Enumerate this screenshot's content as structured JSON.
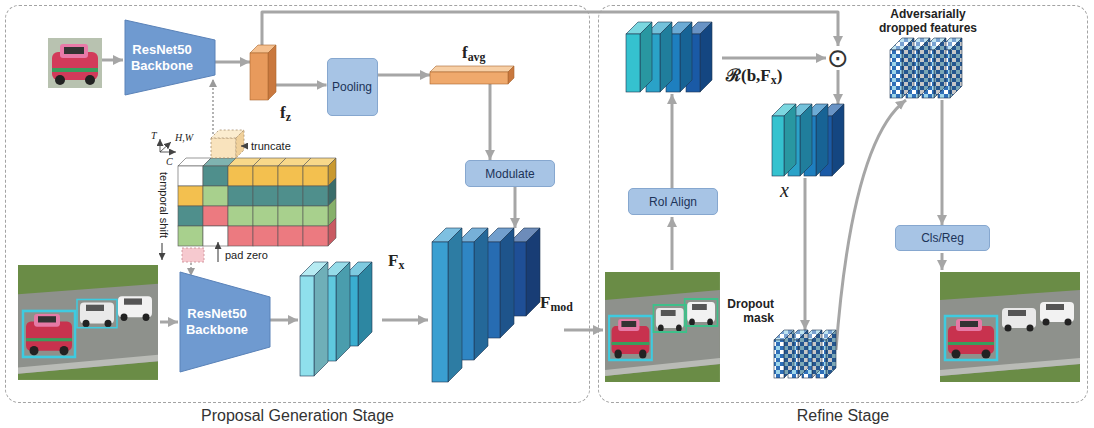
{
  "diagram": {
    "nodes": [
      {
        "text": [
          "Proposal Generation Stage"
        ]
      },
      {
        "text": [
          "ResNet50 Backbone"
        ],
        "in": 0
      },
      {
        "text": [
          "fz"
        ],
        "in": 0
      },
      {
        "text": [
          "Pooling"
        ],
        "in": 0
      },
      {
        "text": [
          "favg"
        ],
        "in": 0
      },
      {
        "text": [
          "Modulate"
        ],
        "in": 0
      },
      {
        "text": [
          "ResNet50 Backbone"
        ],
        "in": 0
      },
      {
        "text": [
          "Fx"
        ],
        "in": 0
      },
      {
        "text": [
          "Fmod"
        ],
        "in": 0
      },
      {
        "text": [
          "Refine Stage"
        ]
      },
      {
        "text": [
          "ℛ(b,Fx)"
        ],
        "in": 9
      },
      {
        "text": [
          "⊙"
        ],
        "in": 9
      },
      {
        "text": [
          "RoI Align"
        ],
        "in": 9
      },
      {
        "text": [
          "x"
        ],
        "in": 9
      },
      {
        "text": [
          "Dropout mask"
        ],
        "in": 9
      },
      {
        "text": [
          "Adversarially dropped features"
        ],
        "in": 9
      },
      {
        "text": [
          "Cls/Reg"
        ],
        "in": 9
      }
    ],
    "edges": [
      {
        "from": 1,
        "to": 2,
        "arrow": "to"
      },
      {
        "from": 2,
        "to": 3,
        "arrow": "to"
      },
      {
        "from": 3,
        "to": 4,
        "arrow": "to"
      },
      {
        "from": 4,
        "to": 5,
        "arrow": "to"
      },
      {
        "from": 5,
        "to": 8,
        "arrow": "to"
      },
      {
        "from": 6,
        "to": 7,
        "arrow": "to"
      },
      {
        "from": 7,
        "to": 8,
        "arrow": "to"
      },
      {
        "from": 12,
        "to": 10,
        "arrow": "to"
      },
      {
        "from": 10,
        "to": 11,
        "arrow": "to"
      },
      {
        "from": 2,
        "to": 11,
        "arrow": "to"
      },
      {
        "from": 11,
        "to": 13,
        "arrow": "to"
      },
      {
        "from": 13,
        "to": 14,
        "arrow": "to"
      },
      {
        "from": 14,
        "to": 15,
        "arrow": "to"
      },
      {
        "from": 15,
        "to": 16,
        "arrow": "to"
      }
    ],
    "labels": [
      "truncate",
      "temporal shift",
      "pad zero",
      "T",
      "H,W",
      "C"
    ]
  }
}
